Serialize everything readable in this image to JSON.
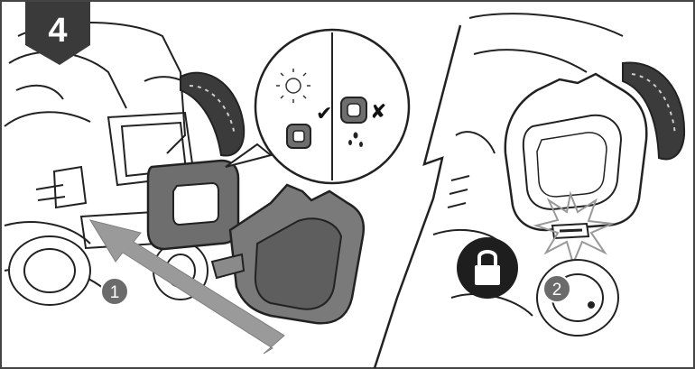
{
  "step": {
    "number": "4"
  },
  "callouts": [
    {
      "number": "1"
    },
    {
      "number": "2"
    }
  ],
  "inset": {
    "ok_mark": "✔",
    "bad_mark": "✘"
  },
  "icons": {
    "sun": "sun-icon",
    "check": "check-icon",
    "cross": "cross-icon",
    "drops": "water-drops-icon",
    "lock": "lock-icon",
    "arrow": "insert-arrow-icon",
    "click": "click-burst-icon"
  },
  "colors": {
    "badge": "#3a3a3a",
    "callout": "#6b6b6b",
    "arrow": "#9a9a9a",
    "gasket": "#6e6e6e",
    "cover": "#7a7a7a",
    "cover_window": "#5e5e5e",
    "lock_bg": "#1e1e1e",
    "line": "#222222"
  }
}
